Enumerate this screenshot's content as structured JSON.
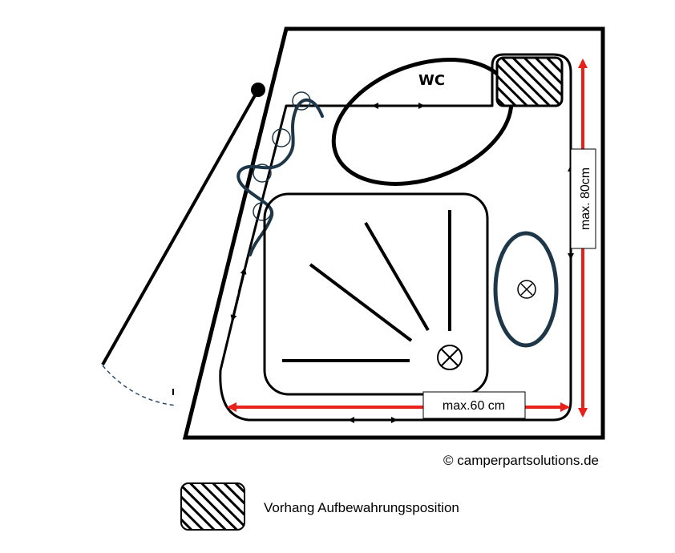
{
  "labels": {
    "wc": "WC",
    "height_dimension": "max. 80cm",
    "width_dimension": "max.60 cm",
    "copyright": "© camperpartsolutions.de",
    "legend_text": "Vorhang Aufbewahrungsposition"
  },
  "colors": {
    "outline": "#000000",
    "dimension_arrow": "#e8221b",
    "curtain": "#1e3748",
    "door_swing": "#2c4a66"
  }
}
